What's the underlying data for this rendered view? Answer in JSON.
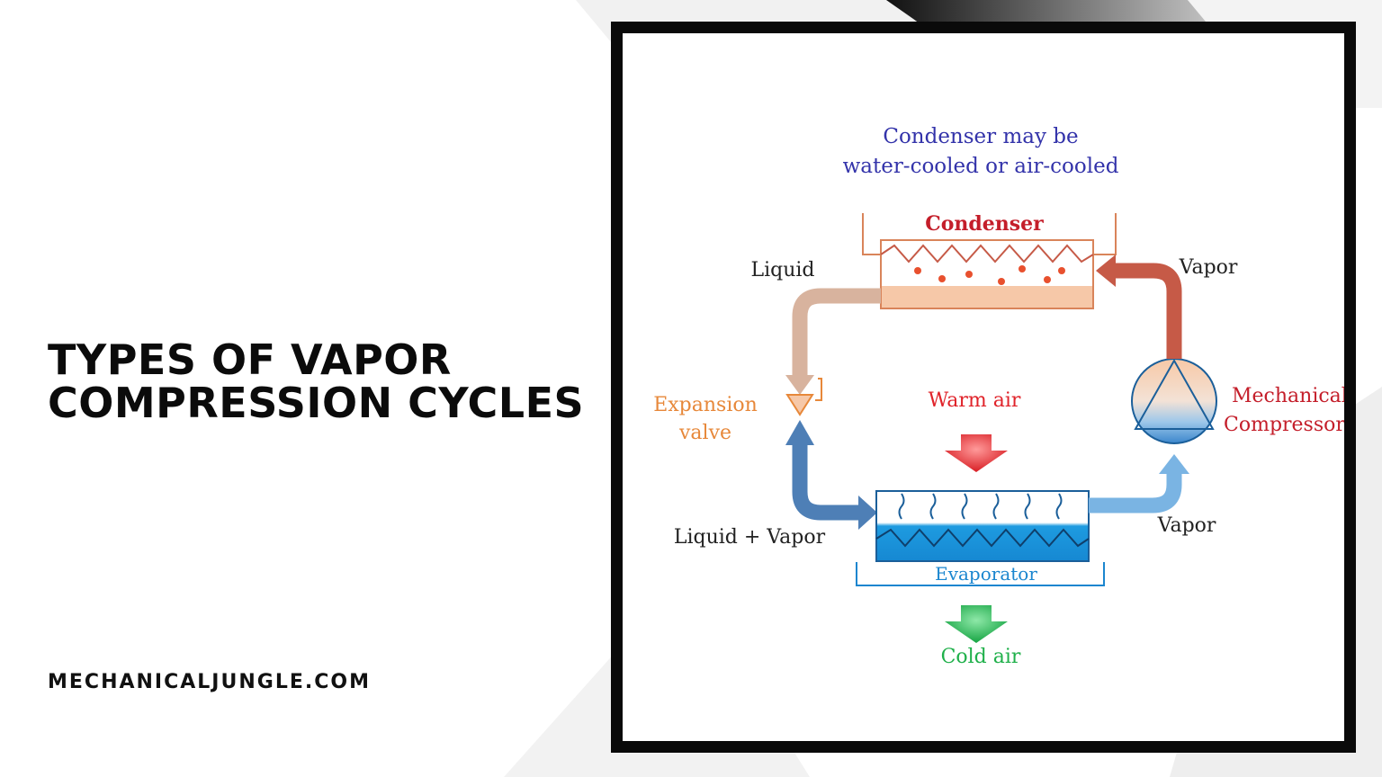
{
  "heading": {
    "line1": "TYPES OF VAPOR",
    "line2": "COMPRESSION CYCLES"
  },
  "site": "MECHANICALJUNGLE.COM",
  "colors": {
    "condenser": "#f6c8a8",
    "condenser_stroke": "#d9845a",
    "evaporator": "#1e9be0",
    "liquid_pipe": "#d8b39e",
    "hot_vapor_pipe": "#c65a47",
    "cold_pipe": "#4e7fb6",
    "warm_arrow": "#e0232a",
    "cold_arrow": "#1fb04a",
    "note_text": "#3333aa",
    "condenser_label": "#c41e2a",
    "expansion_label": "#e7883a",
    "evaporator_label": "#1b86cf",
    "coldair_label": "#1fb04a"
  },
  "diagram": {
    "note_line1": "Condenser may be",
    "note_line2": "water-cooled or air-cooled",
    "condenser": "Condenser",
    "liquid": "Liquid",
    "vapor_top": "Vapor",
    "expansion_line1": "Expansion",
    "expansion_line2": "valve",
    "warm_air": "Warm air",
    "mechanical_line1": "Mechanical",
    "mechanical_line2": "Compressor",
    "liquid_vapor": "Liquid + Vapor",
    "vapor_bottom": "Vapor",
    "evaporator": "Evaporator",
    "cold_air": "Cold air"
  }
}
